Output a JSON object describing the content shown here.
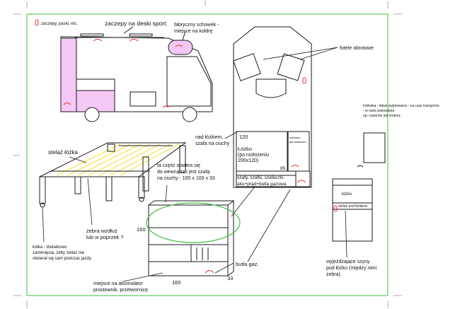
{
  "labels": {
    "legend_note": "zaczepy, paski, etc.",
    "roof_hooks": "zaczepy na deski sport.",
    "fabric_stash_line1": "fabryczny schowek -",
    "fabric_stash_line2": "miejsce na kołdrę",
    "swivel_seats": "fotele obrotowe",
    "fridge_line1": "lodówka - łatwo wyjmowana - na czas transportu",
    "fridge_line2": "- w razie pakowania",
    "fridge_line3": "np. rowerów lub motoru..",
    "above_bed_line1": "nad łóżkiem,",
    "above_bed_line2": "szafa na ciuchy",
    "bed_dim_top": "120",
    "bed_line1": "Łóżko",
    "bed_line2": "(po rozłożeniu",
    "bed_line3": "200x120)",
    "bed_dim_side": "85",
    "fridge_small_line1": "lodówka -",
    "fridge_small_line2": "jak wiadomo?",
    "cabinets_line1": "szafy, szafki, szafeczki.",
    "cabinets_line2": "aku+prąd+butla gazowa",
    "bed_frame": "stelaż łóżka",
    "wardrobe_line1": "ta część otwiera się",
    "wardrobe_line2": "do wewnątrz i jest szafą",
    "wardrobe_line3": "na ciuchy - 165 x 100 x 33",
    "dim_160": "160",
    "dim_165": "165",
    "dim_33": "33",
    "ribs_line1": "żebra wzdłuż",
    "ribs_line2": "lub w poprzek ?",
    "wheels_line1": "kółka - dodatkowo",
    "wheels_line2": "zamknięcia, żeby stelaż nie",
    "wheels_line3": "otwierał się sam podczas jazdy.",
    "gas_bottle": "butla gaz.",
    "battery_line1": "miejsce na akumulator",
    "battery_line2": "prostownik, przetwornicę",
    "box_fridge": "łóżko",
    "under_bed_box": "stelaż pod łóżkiem",
    "rails_line1": "wyjeżdżające szyny",
    "rails_line2": "pod łóżko (między nimi",
    "rails_line3": "żebra)."
  },
  "colors": {
    "frame_green": "#3fbf3f",
    "storage_pink": "#f5c8f5",
    "hook_red": "#e8312f",
    "bed_slats_yellow": "#f2e14a",
    "line": "#1a1a1a"
  }
}
